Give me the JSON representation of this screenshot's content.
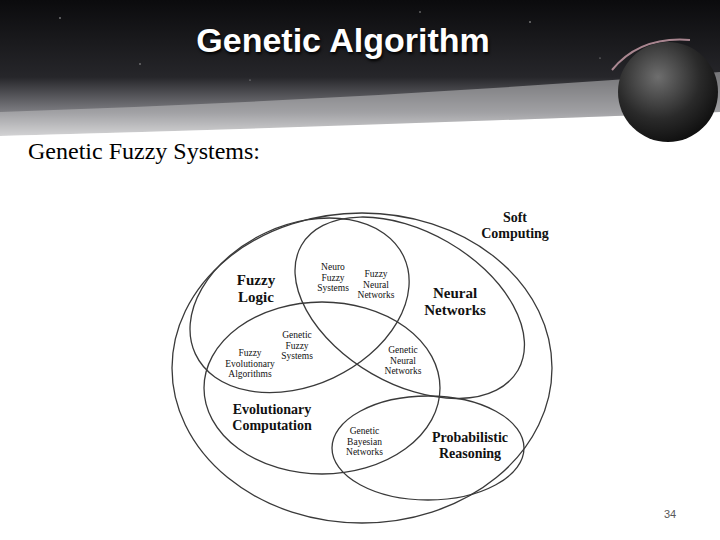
{
  "diagram": {
    "title": "Genetic Algorithm",
    "nodes": [
      {
        "text": [
          "Soft Computing"
        ]
      },
      {
        "text": [
          "Fuzzy Logic"
        ],
        "in": 0
      },
      {
        "text": [
          "Neural Networks"
        ],
        "in": 0
      },
      {
        "text": [
          "Evolutionary Computation"
        ],
        "in": 0
      },
      {
        "text": [
          "Probabilistic Reasoning"
        ],
        "in": 0
      }
    ],
    "labels": [
      "Genetic Fuzzy Systems:",
      "Neuro Fuzzy Systems",
      "Fuzzy Neural Networks",
      "Genetic Fuzzy Systems",
      "Fuzzy Evolutionary Algorithms",
      "Genetic Neural Networks",
      "Genetic Bayesian Networks",
      "34"
    ]
  }
}
